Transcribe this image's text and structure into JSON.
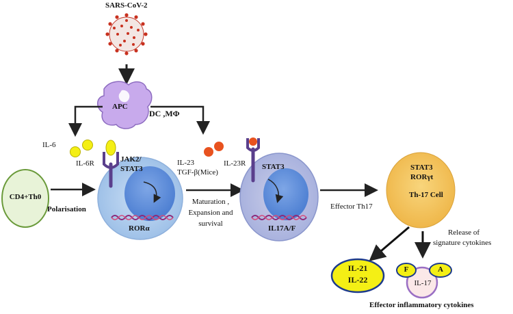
{
  "virus": {
    "label": "SARS-CoV-2"
  },
  "apc": {
    "label": "APC",
    "side_label": "DC ,MΦ"
  },
  "left_cytokines": {
    "il6": "IL-6",
    "il6r": "IL-6R"
  },
  "mid_cytokines": {
    "il23": "IL-23",
    "tgfb": "TGF-β(Mice)",
    "il23r": "IL-23R"
  },
  "th0": {
    "label": "CD4+Th0",
    "polarisation": "Polarisation"
  },
  "cell1": {
    "signal_line1": "JAK2/",
    "signal_line2": "STAT3",
    "gene": "RORα"
  },
  "maturation": {
    "line1": "Maturation ,",
    "line2": "Expansion and",
    "line3": "survival"
  },
  "cell2": {
    "signal": "STAT3",
    "gene": "IL17A/F"
  },
  "effector_label": "Effector Th17",
  "th17": {
    "line1": "STAT3",
    "line2": "RORγt",
    "line3": "Th-17 Cell"
  },
  "release": {
    "line1": "Release of",
    "line2": "signature cytokines"
  },
  "il21_22": {
    "line1": "IL-21",
    "line2": "IL-22"
  },
  "il17": {
    "label": "IL-17",
    "f": "F",
    "a": "A"
  },
  "footer": "Effector inflammatory cytokines",
  "colors": {
    "virus": "#d23a2a",
    "apc": "#c9a8e8",
    "yellow": "#f2ee12",
    "orange": "#e0441c",
    "cell_outer": "#b9d3ef",
    "cell_inner": "#6f9be0",
    "th0": "#e6f2d5",
    "th17": "#f5c55e",
    "receptor": "#5a3f8c"
  }
}
